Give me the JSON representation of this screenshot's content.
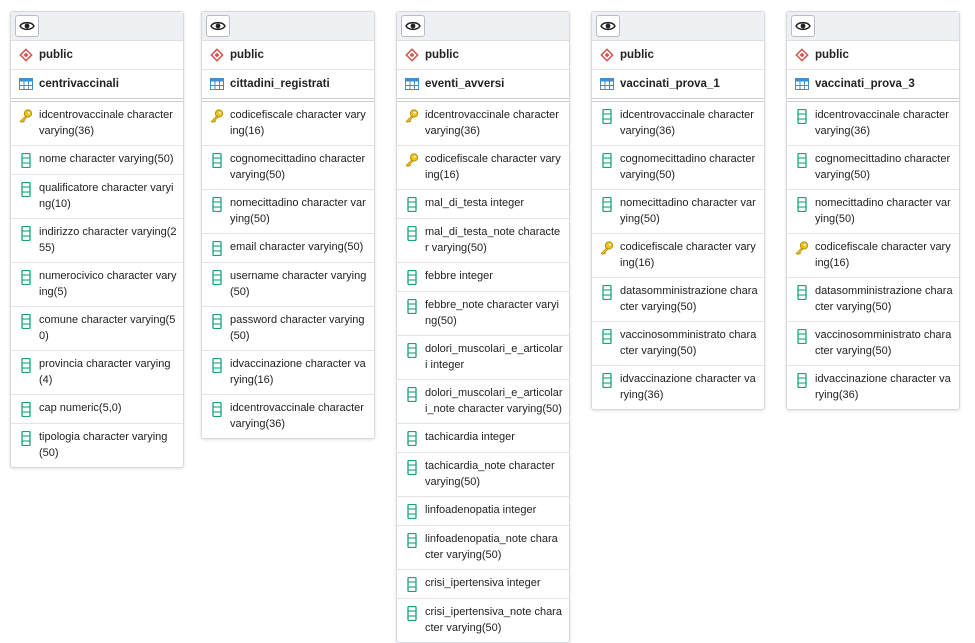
{
  "tables": [
    {
      "schema": "public",
      "name": "centrivaccinali",
      "columns": [
        {
          "text": "idcentrovaccinale character varying(36)",
          "key": true
        },
        {
          "text": "nome character varying(50)",
          "key": false
        },
        {
          "text": "qualificatore character varying(10)",
          "key": false
        },
        {
          "text": "indirizzo character varying(255)",
          "key": false
        },
        {
          "text": "numerocivico character varying(5)",
          "key": false
        },
        {
          "text": "comune character varying(50)",
          "key": false
        },
        {
          "text": "provincia character varying(4)",
          "key": false
        },
        {
          "text": "cap numeric(5,0)",
          "key": false
        },
        {
          "text": "tipologia character varying(50)",
          "key": false
        }
      ]
    },
    {
      "schema": "public",
      "name": "cittadini_registrati",
      "columns": [
        {
          "text": "codicefiscale character varying(16)",
          "key": true
        },
        {
          "text": "cognomecittadino character varying(50)",
          "key": false
        },
        {
          "text": "nomecittadino character varying(50)",
          "key": false
        },
        {
          "text": "email character varying(50)",
          "key": false
        },
        {
          "text": "username character varying(50)",
          "key": false
        },
        {
          "text": "password character varying(50)",
          "key": false
        },
        {
          "text": "idvaccinazione character varying(16)",
          "key": false
        },
        {
          "text": "idcentrovaccinale character varying(36)",
          "key": false
        }
      ]
    },
    {
      "schema": "public",
      "name": "eventi_avversi",
      "columns": [
        {
          "text": "idcentrovaccinale character varying(36)",
          "key": true
        },
        {
          "text": "codicefiscale character varying(16)",
          "key": true
        },
        {
          "text": "mal_di_testa integer",
          "key": false
        },
        {
          "text": "mal_di_testa_note character varying(50)",
          "key": false
        },
        {
          "text": "febbre integer",
          "key": false
        },
        {
          "text": "febbre_note character varying(50)",
          "key": false
        },
        {
          "text": "dolori_muscolari_e_articolari integer",
          "key": false
        },
        {
          "text": "dolori_muscolari_e_articolari_note character varying(50)",
          "key": false
        },
        {
          "text": "tachicardia integer",
          "key": false
        },
        {
          "text": "tachicardia_note character varying(50)",
          "key": false
        },
        {
          "text": "linfoadenopatia integer",
          "key": false
        },
        {
          "text": "linfoadenopatia_note character varying(50)",
          "key": false
        },
        {
          "text": "crisi_ipertensiva integer",
          "key": false
        },
        {
          "text": "crisi_ipertensiva_note character varying(50)",
          "key": false
        }
      ]
    },
    {
      "schema": "public",
      "name": "vaccinati_prova_1",
      "columns": [
        {
          "text": "idcentrovaccinale character varying(36)",
          "key": false
        },
        {
          "text": "cognomecittadino character varying(50)",
          "key": false
        },
        {
          "text": "nomecittadino character varying(50)",
          "key": false
        },
        {
          "text": "codicefiscale character varying(16)",
          "key": true
        },
        {
          "text": "datasomministrazione character varying(50)",
          "key": false
        },
        {
          "text": "vaccinosomministrato character varying(50)",
          "key": false
        },
        {
          "text": "idvaccinazione character varying(36)",
          "key": false
        }
      ]
    },
    {
      "schema": "public",
      "name": "vaccinati_prova_3",
      "columns": [
        {
          "text": "idcentrovaccinale character varying(36)",
          "key": false
        },
        {
          "text": "cognomecittadino character varying(50)",
          "key": false
        },
        {
          "text": "nomecittadino character varying(50)",
          "key": false
        },
        {
          "text": "codicefiscale character varying(16)",
          "key": true
        },
        {
          "text": "datasomministrazione character varying(50)",
          "key": false
        },
        {
          "text": "vaccinosomministrato character varying(50)",
          "key": false
        },
        {
          "text": "idvaccinazione character varying(36)",
          "key": false
        }
      ]
    }
  ]
}
